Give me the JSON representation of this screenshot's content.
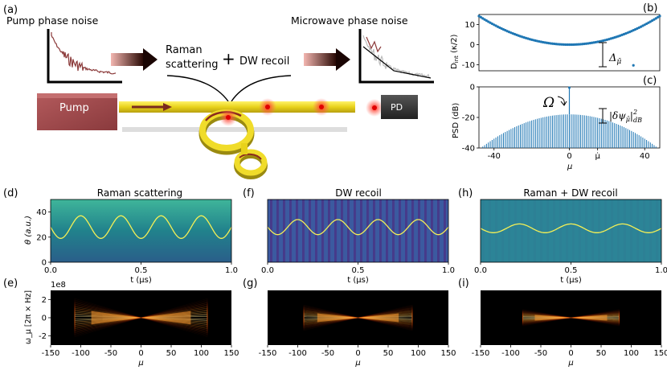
{
  "panel_letters": [
    "(a)",
    "(b)",
    "(c)",
    "(d)",
    "(e)",
    "(f)",
    "(g)",
    "(h)",
    "(i)"
  ],
  "schematic": {
    "pump_noise_label": "Pump phase noise",
    "microwave_noise_label": "Microwave phase noise",
    "raman_line1": "Raman",
    "raman_line2": "scattering",
    "plus": "+",
    "dw_recoil": "DW recoil",
    "pump_box": "Pump",
    "pd_box": "PD",
    "colors": {
      "pump": "#a0484b",
      "pd": "#3a3a3a",
      "waveguide": "#e8d21a",
      "arrow": "#7a2a1e"
    }
  },
  "chart_data": [
    {
      "id": "b",
      "type": "scatter",
      "ylabel": "D_int (κ/2)",
      "ylim": [
        -13,
        15
      ],
      "xlim": [
        -48,
        48
      ],
      "yticks": [
        -10,
        0,
        10
      ],
      "annotation": "Δ_μ̄",
      "curve": "parabola",
      "x": [
        -45,
        -40,
        -30,
        -20,
        -10,
        0,
        10,
        20,
        30,
        40,
        45
      ],
      "y": [
        12.5,
        9.9,
        5.6,
        2.5,
        0.6,
        0,
        0.6,
        2.5,
        5.6,
        9.9,
        12.5
      ],
      "color": "#1f77b4"
    },
    {
      "id": "c",
      "type": "bar",
      "ylabel": "PSD (dB)",
      "xlabel": "μ",
      "ylim": [
        -40,
        0
      ],
      "xlim": [
        -48,
        48
      ],
      "yticks": [
        -40,
        -20,
        0
      ],
      "xticks": [
        "-40",
        "0",
        "μ̇",
        "40"
      ],
      "annotations": [
        "Ω",
        "|δψ_μ̄|²_dB"
      ],
      "envelope_peak": -18,
      "spike_value": 0,
      "color": "#1f77b4"
    },
    {
      "id": "d",
      "type": "heatmap",
      "title": "Raman scattering",
      "ylabel": "θ (a.u.)",
      "xlabel": "t (μs)",
      "xticks": [
        "0.0",
        "0.5",
        "1.0"
      ],
      "yticks": [
        "0",
        "20",
        "40"
      ],
      "ylim": [
        0,
        50
      ],
      "sine": {
        "offset": 28,
        "amplitude": 9,
        "cycles": 4.5
      }
    },
    {
      "id": "f",
      "type": "heatmap",
      "title": "DW recoil",
      "xlabel": "t (μs)",
      "xticks": [
        "0.0",
        "0.5",
        "1.0"
      ],
      "ylim": [
        0,
        50
      ],
      "sine": {
        "offset": 28,
        "amplitude": 6,
        "cycles": 4.5
      }
    },
    {
      "id": "h",
      "type": "heatmap",
      "title": "Raman + DW recoil",
      "xlabel": "t (μs)",
      "xticks": [
        "0.0",
        "0.5",
        "1.0"
      ],
      "ylim": [
        0,
        50
      ],
      "sine": {
        "offset": 27,
        "amplitude": 3.5,
        "cycles": 3.5
      }
    },
    {
      "id": "e",
      "type": "heatmap",
      "ylabel": "ω_μ [2π × Hz]",
      "xlabel": "μ",
      "scale_label": "1e8",
      "xticks": [
        "-150",
        "-100",
        "-50",
        "0",
        "50",
        "100",
        "150"
      ],
      "yticks": [
        "-2",
        "0",
        "2"
      ],
      "xlim": [
        -150,
        150
      ],
      "ylim": [
        -3,
        3
      ],
      "lobe_reach": 110
    },
    {
      "id": "g",
      "type": "heatmap",
      "xlabel": "μ",
      "xticks": [
        "-150",
        "-100",
        "-50",
        "0",
        "50",
        "100",
        "150"
      ],
      "xlim": [
        -150,
        150
      ],
      "ylim": [
        -3,
        3
      ],
      "lobe_reach": 90
    },
    {
      "id": "i",
      "type": "heatmap",
      "xlabel": "μ",
      "xticks": [
        "-150",
        "-100",
        "-50",
        "0",
        "50",
        "100",
        "150"
      ],
      "xlim": [
        -150,
        150
      ],
      "ylim": [
        -3,
        3
      ],
      "lobe_reach": 80
    }
  ]
}
